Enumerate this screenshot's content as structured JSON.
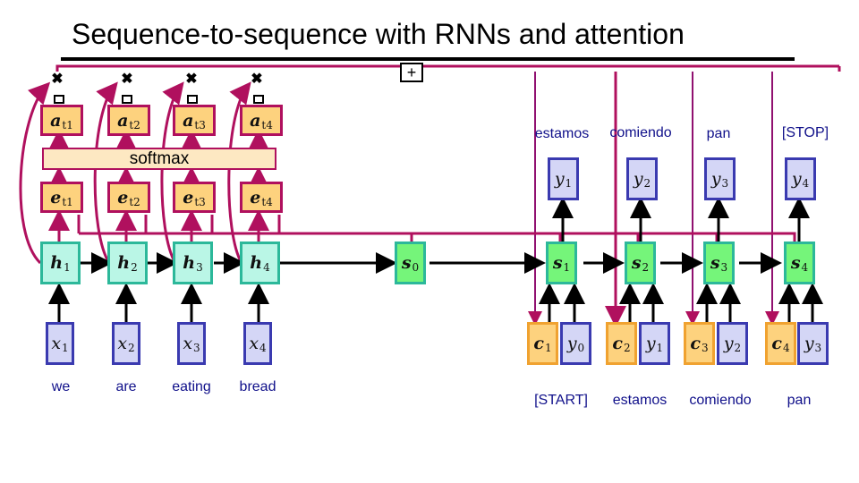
{
  "title": "Sequence-to-sequence with RNNs and attention",
  "colors": {
    "attention_wire": "#b0105e",
    "context_box": "#fdd27e",
    "encoder_hidden": "#baf6e6",
    "decoder_state": "#75f57a",
    "input_box": "#d4d6f6",
    "word_text": "#10108a"
  },
  "icons": {
    "multiply": "✖",
    "sum": "+"
  },
  "encoder": {
    "softmax_label": "softmax",
    "attention_weights": [
      {
        "sym": "a",
        "sub": "t1"
      },
      {
        "sym": "a",
        "sub": "t2"
      },
      {
        "sym": "a",
        "sub": "t3"
      },
      {
        "sym": "a",
        "sub": "t4"
      }
    ],
    "alignment_scores": [
      {
        "sym": "e",
        "sub": "t1"
      },
      {
        "sym": "e",
        "sub": "t2"
      },
      {
        "sym": "e",
        "sub": "t3"
      },
      {
        "sym": "e",
        "sub": "t4"
      }
    ],
    "hidden_states": [
      {
        "sym": "h",
        "sub": "1"
      },
      {
        "sym": "h",
        "sub": "2"
      },
      {
        "sym": "h",
        "sub": "3"
      },
      {
        "sym": "h",
        "sub": "4"
      }
    ],
    "inputs": [
      {
        "sym": "x",
        "sub": "1",
        "word": "we"
      },
      {
        "sym": "x",
        "sub": "2",
        "word": "are"
      },
      {
        "sym": "x",
        "sub": "3",
        "word": "eating"
      },
      {
        "sym": "x",
        "sub": "4",
        "word": "bread"
      }
    ]
  },
  "decoder": {
    "initial_state": {
      "sym": "s",
      "sub": "0"
    },
    "states": [
      {
        "sym": "s",
        "sub": "1"
      },
      {
        "sym": "s",
        "sub": "2"
      },
      {
        "sym": "s",
        "sub": "3"
      },
      {
        "sym": "s",
        "sub": "4"
      }
    ],
    "outputs": [
      {
        "sym": "y",
        "sub": "1",
        "word": "estamos"
      },
      {
        "sym": "y",
        "sub": "2",
        "word": "comiendo"
      },
      {
        "sym": "y",
        "sub": "3",
        "word": "pan"
      },
      {
        "sym": "y",
        "sub": "4",
        "word": "[STOP]"
      }
    ],
    "contexts": [
      {
        "sym": "c",
        "sub": "1"
      },
      {
        "sym": "c",
        "sub": "2"
      },
      {
        "sym": "c",
        "sub": "3"
      },
      {
        "sym": "c",
        "sub": "4"
      }
    ],
    "prev_outputs": [
      {
        "sym": "y",
        "sub": "0",
        "word": "[START]"
      },
      {
        "sym": "y",
        "sub": "1",
        "word": "estamos"
      },
      {
        "sym": "y",
        "sub": "2",
        "word": "comiendo"
      },
      {
        "sym": "y",
        "sub": "3",
        "word": "pan"
      }
    ]
  }
}
